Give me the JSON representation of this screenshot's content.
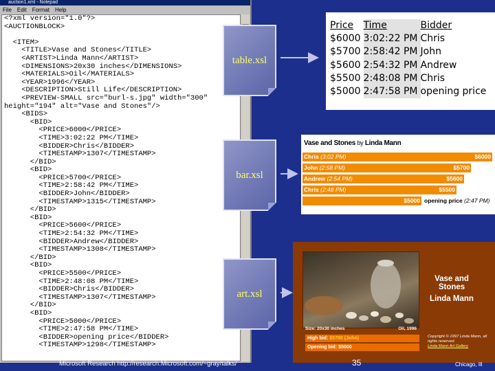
{
  "notepad": {
    "title": "auction1.xml - Notepad",
    "menu": [
      "File",
      "Edit",
      "Format",
      "Help"
    ],
    "lines": [
      "<?xml version=\"1.0\"?>",
      "<AUCTIONBLOCK>",
      "",
      "  <ITEM>",
      "    <TITLE>Vase and Stones</TITLE>",
      "    <ARTIST>Linda Mann</ARTIST>",
      "    <DIMENSIONS>20x30 inches</DIMENSIONS>",
      "    <MATERIALS>Oil</MATERIALS>",
      "    <YEAR>1996</YEAR>",
      "    <DESCRIPTION>Still Life</DESCRIPTION>",
      "    <PREVIEW-SMALL src=\"burl-s.jpg\" width=\"300\"",
      "height=\"194\" alt=\"Vase and Stones\"/>",
      "    <BIDS>",
      "      <BID>",
      "        <PRICE>6000</PRICE>",
      "        <TIME>3:02:22 PM</TIME>",
      "        <BIDDER>Chris</BIDDER>",
      "        <TIMESTAMP>1307</TIMESTAMP>",
      "      </BID>",
      "      <BID>",
      "        <PRICE>5700</PRICE>",
      "        <TIME>2:58:42 PM</TIME>",
      "        <BIDDER>John</BIDDER>",
      "        <TIMESTAMP>1315</TIMESTAMP>",
      "      </BID>",
      "      <BID>",
      "        <PRICE>5600</PRICE>",
      "        <TIME>2:54:32 PM</TIME>",
      "        <BIDDER>Andrew</BIDDER>",
      "        <TIMESTAMP>1308</TIMESTAMP>",
      "      </BID>",
      "      <BID>",
      "        <PRICE>5500</PRICE>",
      "        <TIME>2:48:08 PM</TIME>",
      "        <BIDDER>Chris</BIDDER>",
      "        <TIMESTAMP>1307</TIMESTAMP>",
      "      </BID>",
      "      <BID>",
      "        <PRICE>5000</PRICE>",
      "        <TIME>2:47:58 PM</TIME>",
      "        <BIDDER>opening price</BIDDER>",
      "        <TIMESTAMP>1298</TIMESTAMP>"
    ]
  },
  "xsl": {
    "table": "table.xsl",
    "bar": "bar.xsl",
    "art": "art.xsl"
  },
  "table_output": {
    "headers": [
      "Price",
      "Time",
      "Bidder"
    ],
    "rows": [
      [
        "$6000",
        "3:02:22 PM",
        "Chris"
      ],
      [
        "$5700",
        "2:58:42 PM",
        "John"
      ],
      [
        "$5600",
        "2:54:32 PM",
        "Andrew"
      ],
      [
        "$5500",
        "2:48:08 PM",
        "Chris"
      ],
      [
        "$5000",
        "2:47:58 PM",
        "opening price"
      ]
    ]
  },
  "bar_output": {
    "title": "Vase and Stones",
    "by": "by",
    "artist": "Linda Mann",
    "bars": [
      {
        "bidder": "Chris",
        "time": "(3:02 PM)",
        "price": "$6000",
        "value": 6000
      },
      {
        "bidder": "John",
        "time": "(2:58 PM)",
        "price": "$5700",
        "value": 5700
      },
      {
        "bidder": "Andrew",
        "time": "(2:54 PM)",
        "price": "$5600",
        "value": 5600
      },
      {
        "bidder": "Chris",
        "time": "(2:48 PM)",
        "price": "$5500",
        "value": 5500
      }
    ],
    "opening": {
      "price": "$5000",
      "value": 5000,
      "label": "opening price",
      "time": "(2:47 PM)"
    },
    "bar_color": "#f18b00"
  },
  "art_output": {
    "title": "Vase and Stones",
    "artist": "Linda Mann",
    "size": "Size: 20x30 inches",
    "medium": "Oil, 1996",
    "high_bid_label": "High bid:",
    "high_bid_value": "$5700 (John)",
    "opening_bid_label": "Opening bid:",
    "opening_bid_value": "$5000",
    "copyright": "Copyright © 1997 Linda Mann, all rights reserved.",
    "gallery": "Linda Mann Art Gallery",
    "bg_color": "#8a3a05"
  },
  "footer": {
    "left": "Microsoft Research http://research.Microsoft.com/~gray/talks/",
    "page": "35",
    "right": "Chicago, Ill"
  }
}
